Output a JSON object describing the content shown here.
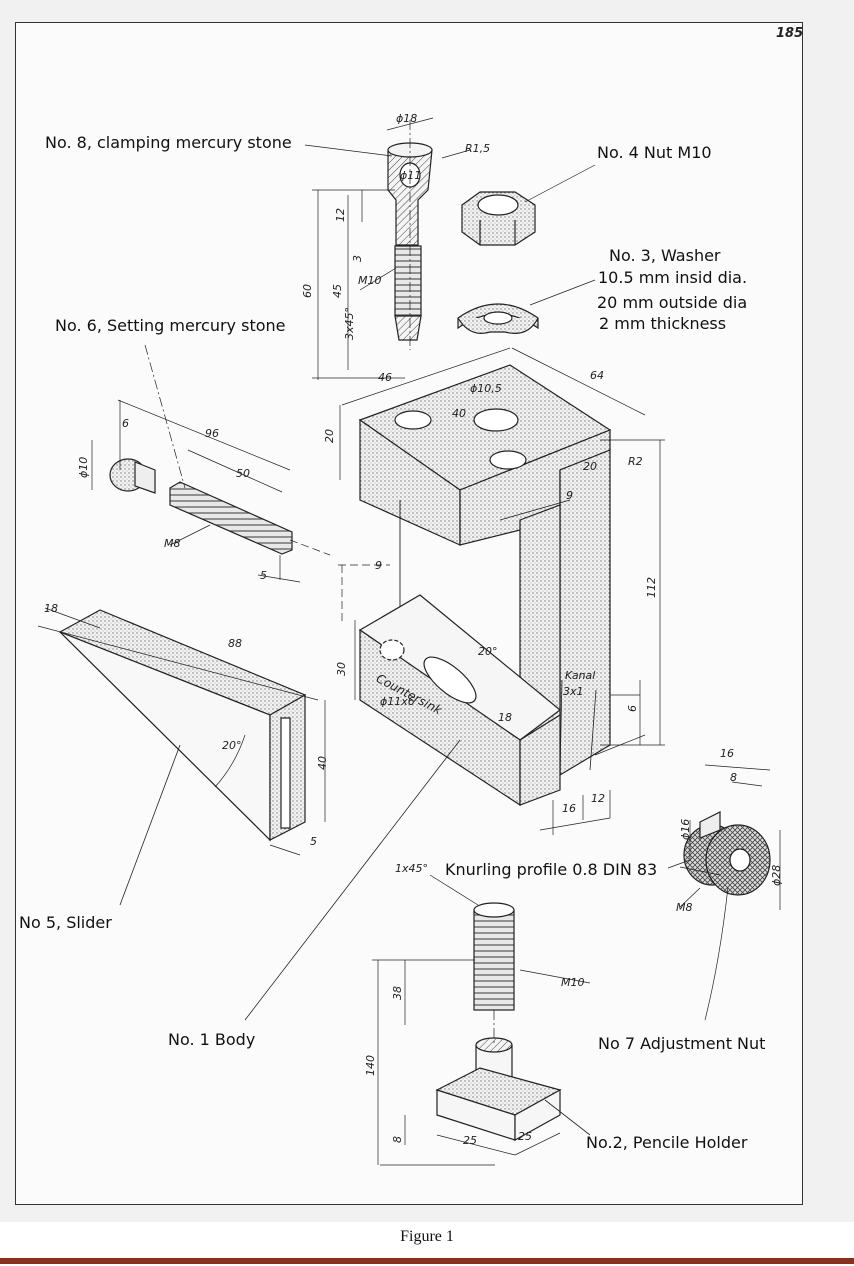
{
  "page_number": "185",
  "caption": "Figure 1",
  "labels": {
    "part8": "No. 8, clamping mercury stone",
    "part4": "No. 4 Nut M10",
    "part3_line1": "No. 3, Washer",
    "part3_line2": "10.5 mm insid dia.",
    "part3_line3": "20 mm outside dia",
    "part3_line4": "2 mm thickness",
    "part6": "No. 6, Setting mercury stone",
    "part5": "No 5, Slider",
    "part1": "No. 1 Body",
    "knurling": "Knurling profile 0.8 DIN 83",
    "part7": "No 7 Adjustment Nut",
    "part2": "No.2, Pencile Holder",
    "countersink": "Countersink"
  },
  "dimensions": {
    "d18": "ϕ18",
    "r15": "R1,5",
    "d11": "ϕ11",
    "d12": "12",
    "d3": "3",
    "m10a": "M10",
    "d60": "60",
    "d45": "45",
    "d3x45": "3x45°",
    "d46": "46",
    "d64": "64",
    "d10_5": "ϕ10,5",
    "d40": "40",
    "d20a": "20",
    "d20b": "20",
    "r2": "R2",
    "d9a": "9",
    "d112": "112",
    "d9b": "9",
    "d30": "30",
    "d20deg": "20°",
    "d11x6": "ϕ11x6",
    "d18b": "18",
    "kanal1": "Kanal",
    "kanal2": "3x1",
    "d6": "6",
    "d16a": "16",
    "d12b": "12",
    "d96": "96",
    "d6b": "6",
    "d10": "ϕ10",
    "d50": "50",
    "m8a": "M8",
    "d5a": "5",
    "d18c": "18",
    "d88": "88",
    "d20deg2": "20°",
    "d40b": "40",
    "d5b": "5",
    "d16b": "16",
    "d8": "8",
    "d16c": "ϕ16",
    "d28": "ϕ28",
    "m8b": "M8",
    "d1x45": "1x45°",
    "m10b": "M10",
    "d38": "38",
    "d140": "140",
    "d8b": "8",
    "d25a": "25",
    "d25b": "25"
  },
  "colors": {
    "ink": "#222222",
    "stipple": "#c8c8c8",
    "paper": "#fbfbfb",
    "rule": "#8a2f1e"
  }
}
